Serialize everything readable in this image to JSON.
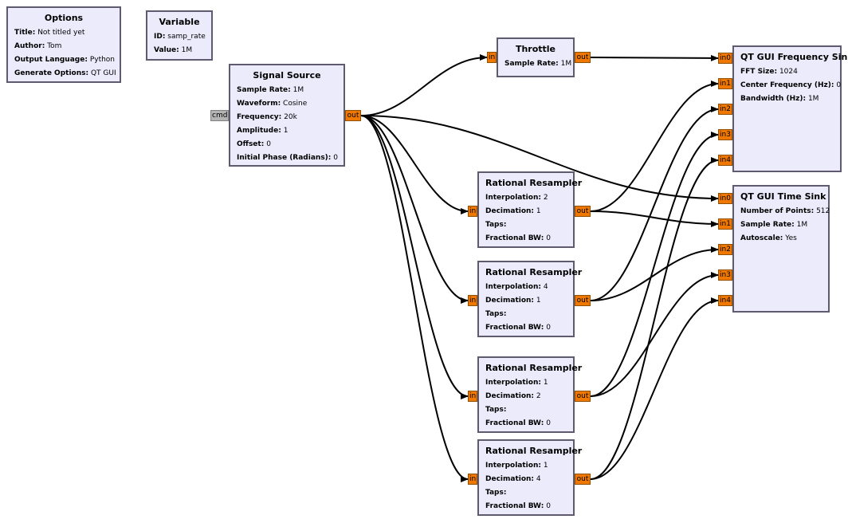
{
  "blocks": {
    "options": {
      "title": "Options",
      "params": [
        {
          "key": "Title:",
          "value": "Not titled yet"
        },
        {
          "key": "Author:",
          "value": "Tom"
        },
        {
          "key": "Output Language:",
          "value": "Python"
        },
        {
          "key": "Generate Options:",
          "value": "QT GUI"
        }
      ]
    },
    "variable": {
      "title": "Variable",
      "params": [
        {
          "key": "ID:",
          "value": "samp_rate"
        },
        {
          "key": "Value:",
          "value": "1M"
        }
      ]
    },
    "signal_source": {
      "title": "Signal Source",
      "params": [
        {
          "key": "Sample Rate:",
          "value": "1M"
        },
        {
          "key": "Waveform:",
          "value": "Cosine"
        },
        {
          "key": "Frequency:",
          "value": "20k"
        },
        {
          "key": "Amplitude:",
          "value": "1"
        },
        {
          "key": "Offset:",
          "value": "0"
        },
        {
          "key": "Initial Phase (Radians):",
          "value": "0"
        }
      ]
    },
    "throttle": {
      "title": "Throttle",
      "params": [
        {
          "key": "Sample Rate:",
          "value": "1M"
        }
      ]
    },
    "resampler1": {
      "title": "Rational Resampler",
      "params": [
        {
          "key": "Interpolation:",
          "value": "2"
        },
        {
          "key": "Decimation:",
          "value": "1"
        },
        {
          "key": "Taps:",
          "value": ""
        },
        {
          "key": "Fractional BW:",
          "value": "0"
        }
      ]
    },
    "resampler2": {
      "title": "Rational Resampler",
      "params": [
        {
          "key": "Interpolation:",
          "value": "4"
        },
        {
          "key": "Decimation:",
          "value": "1"
        },
        {
          "key": "Taps:",
          "value": ""
        },
        {
          "key": "Fractional BW:",
          "value": "0"
        }
      ]
    },
    "resampler3": {
      "title": "Rational Resampler",
      "params": [
        {
          "key": "Interpolation:",
          "value": "1"
        },
        {
          "key": "Decimation:",
          "value": "2"
        },
        {
          "key": "Taps:",
          "value": ""
        },
        {
          "key": "Fractional BW:",
          "value": "0"
        }
      ]
    },
    "resampler4": {
      "title": "Rational Resampler",
      "params": [
        {
          "key": "Interpolation:",
          "value": "1"
        },
        {
          "key": "Decimation:",
          "value": "4"
        },
        {
          "key": "Taps:",
          "value": ""
        },
        {
          "key": "Fractional BW:",
          "value": "0"
        }
      ]
    },
    "freq_sink": {
      "title": "QT GUI Frequency Sink",
      "params": [
        {
          "key": "FFT Size:",
          "value": "1024"
        },
        {
          "key": "Center Frequency (Hz):",
          "value": "0"
        },
        {
          "key": "Bandwidth (Hz):",
          "value": "1M"
        }
      ]
    },
    "time_sink": {
      "title": "QT GUI Time Sink",
      "params": [
        {
          "key": "Number of Points:",
          "value": "512"
        },
        {
          "key": "Sample Rate:",
          "value": "1M"
        },
        {
          "key": "Autoscale:",
          "value": "Yes"
        }
      ]
    }
  },
  "ports": {
    "cmd": "cmd",
    "out": "out",
    "in": "in",
    "in0": "in0",
    "in1": "in1",
    "in2": "in2",
    "in3": "in3",
    "in4": "in4"
  },
  "connections": [
    {
      "from": "signal_source.out",
      "to": "throttle.in"
    },
    {
      "from": "signal_source.out",
      "to": "time_sink.in0"
    },
    {
      "from": "signal_source.out",
      "to": "resampler1.in"
    },
    {
      "from": "signal_source.out",
      "to": "resampler2.in"
    },
    {
      "from": "signal_source.out",
      "to": "resampler3.in"
    },
    {
      "from": "signal_source.out",
      "to": "resampler4.in"
    },
    {
      "from": "throttle.out",
      "to": "freq_sink.in0"
    },
    {
      "from": "resampler1.out",
      "to": "freq_sink.in1"
    },
    {
      "from": "resampler1.out",
      "to": "time_sink.in1"
    },
    {
      "from": "resampler2.out",
      "to": "freq_sink.in2"
    },
    {
      "from": "resampler2.out",
      "to": "time_sink.in2"
    },
    {
      "from": "resampler3.out",
      "to": "freq_sink.in3"
    },
    {
      "from": "resampler3.out",
      "to": "time_sink.in3"
    },
    {
      "from": "resampler4.out",
      "to": "freq_sink.in4"
    },
    {
      "from": "resampler4.out",
      "to": "time_sink.in4"
    }
  ],
  "colors": {
    "block_fill": "#ecebfc",
    "block_border": "#605a70",
    "port_fill": "#f07800",
    "msg_port_fill": "#b4b4b4",
    "wire": "#000000"
  }
}
